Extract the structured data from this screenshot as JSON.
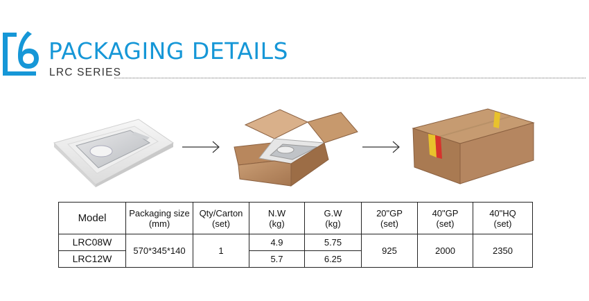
{
  "header": {
    "logo_digit": "6",
    "title": "PACKAGING DETAILS",
    "subtitle": "LRC SERIES",
    "accent_color": "#1697d7"
  },
  "images": [
    {
      "name": "product-in-foam-tray"
    },
    {
      "name": "open-carton-box"
    },
    {
      "name": "sealed-carton-box"
    }
  ],
  "icons": [
    "arrow-right-icon",
    "arrow-right-icon"
  ],
  "table": {
    "headers": [
      {
        "line1": "Model",
        "line2": ""
      },
      {
        "line1": "Packaging size",
        "line2": "(mm)"
      },
      {
        "line1": "Qty/Carton",
        "line2": "(set)"
      },
      {
        "line1": "N.W",
        "line2": "(kg)"
      },
      {
        "line1": "G.W",
        "line2": "(kg)"
      },
      {
        "line1": "20\"GP",
        "line2": "(set)"
      },
      {
        "line1": "40\"GP",
        "line2": "(set)"
      },
      {
        "line1": "40\"HQ",
        "line2": "(set)"
      }
    ],
    "shared": {
      "packaging_size": "570*345*140",
      "qty_carton": "1",
      "gp20": "925",
      "gp40": "2000",
      "hq40": "2350"
    },
    "rows": [
      {
        "model": "LRC08W",
        "nw": "4.9",
        "gw": "5.75"
      },
      {
        "model": "LRC12W",
        "nw": "5.7",
        "gw": "6.25"
      }
    ]
  }
}
